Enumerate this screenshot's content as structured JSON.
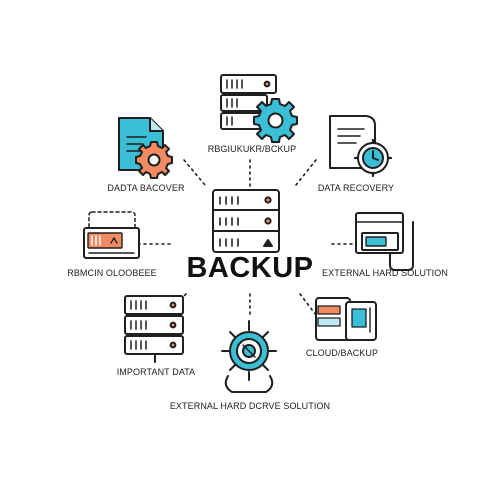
{
  "title": "BACKUP",
  "labels": {
    "top": "RBGIUKUKR/BCKUP",
    "data_bacover": "DADTA BACOVER",
    "data_recovery": "DATA RECOVERY",
    "left_middle": "RBMCIN OLOOBEEE",
    "external_hard_solution": "EXTERNAL HARD SOLUTION",
    "cloud_backup": "CLOUD/BACKUP",
    "important_data": "IMPORTANT DATA",
    "external_hard_drive_solution": "EXTERNAL HARD DCRVE SOLUTION"
  },
  "colors": {
    "stroke": "#1f1f1f",
    "teal": "#3bbfd6",
    "light_teal": "#bde9f2",
    "orange": "#f28a62",
    "light_gray": "#e8ebee"
  },
  "icons": {
    "center": "server-rack-icon",
    "top": "server-gear-icon",
    "top_left": "document-gear-icon",
    "top_right": "document-clock-icon",
    "left": "hard-drive-icon",
    "right": "external-drive-icon",
    "bottom_right": "cloud-storage-icon",
    "bottom_left": "server-stack-icon",
    "bottom": "wheel-gear-icon"
  }
}
